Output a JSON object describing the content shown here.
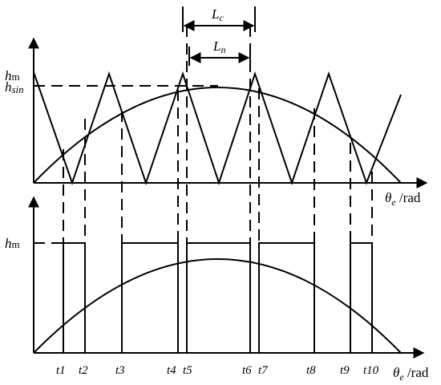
{
  "top_panel": {
    "y_labels": {
      "hm_base": "h",
      "hm_sub": "m",
      "hsin_base": "h",
      "hsin_sub": "sin"
    },
    "x_label": {
      "theta": "θ",
      "sub": "e",
      "unit": " /rad"
    },
    "dimensions": {
      "Lc": {
        "base": "L",
        "sub": "c"
      },
      "Ln": {
        "base": "L",
        "sub": "n"
      }
    }
  },
  "bottom_panel": {
    "y_label": {
      "base": "h",
      "sub": "m"
    },
    "x_label": {
      "theta": "θ",
      "sub": "e",
      "unit": " /rad"
    }
  },
  "time_labels": [
    "t1",
    "t2",
    "t3",
    "t4",
    "t5",
    "t6",
    "t7",
    "t8",
    "t9",
    "t10"
  ]
}
